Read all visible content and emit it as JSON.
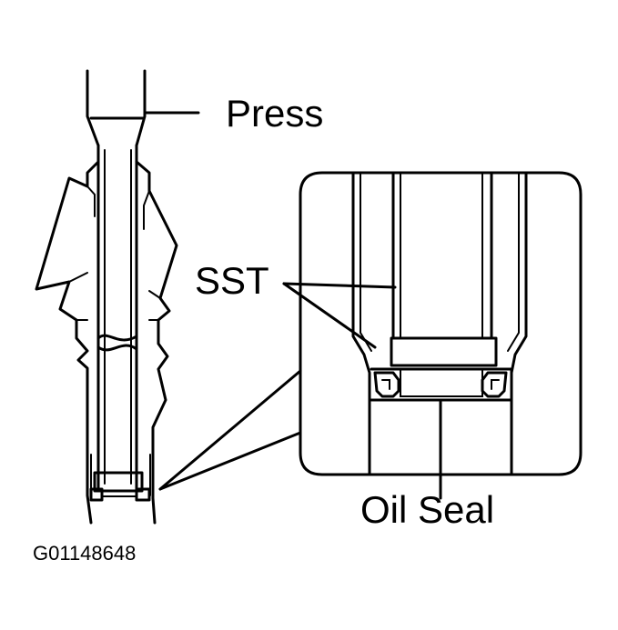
{
  "labels": {
    "press": "Press",
    "sst": "SST",
    "oil_seal": "Oil Seal"
  },
  "figure_id": "G01148648",
  "colors": {
    "ink": "#000000",
    "background": "#ffffff"
  }
}
